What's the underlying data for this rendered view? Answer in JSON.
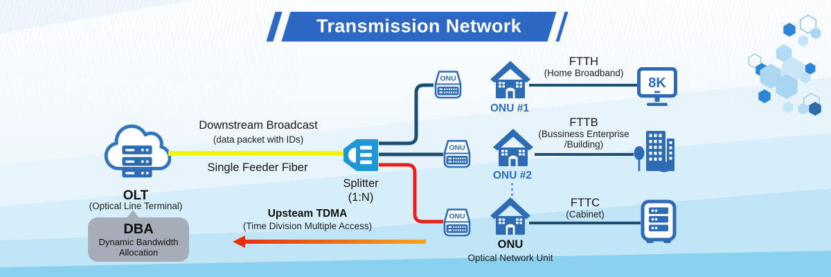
{
  "banner": {
    "title": "Transmission Network"
  },
  "olt": {
    "label": "OLT",
    "sublabel": "(Optical Line Terminal)"
  },
  "dba": {
    "title": "DBA",
    "line1": "Dynamic Bandwidth",
    "line2": "Allocation"
  },
  "downstream": {
    "title": "Downstream Broadcast",
    "subtitle": "(data packet with IDs)"
  },
  "feeder": {
    "label": "Single Feeder Fiber"
  },
  "splitter": {
    "label": "Splitter",
    "ratio": "(1:N)"
  },
  "upstream": {
    "title": "Upsteam TDMA",
    "subtitle": "(Time Division Multiple Access)"
  },
  "branches": [
    {
      "device_label": "ONU",
      "house_label": "ONU #1",
      "service": "FTTH",
      "service_sub": "(Home Broadband)",
      "endpoint": "8k-tv",
      "endpoint_label": "8K"
    },
    {
      "device_label": "ONU",
      "house_label": "ONU #2",
      "service": "FTTB",
      "service_sub": "(Bussiness Enterprise",
      "service_sub2": "/Building)",
      "endpoint": "office-building"
    },
    {
      "device_label": "ONU",
      "house_label": "ONU",
      "house_sublabel": "Optical Network Unit",
      "service": "FTTC",
      "service_sub": "(Cabinet)",
      "endpoint": "street-cabinet"
    }
  ],
  "colors": {
    "banner_blue": "#2d68c4",
    "icon_blue": "#2d6cb5",
    "line_navy": "#1d4e70",
    "fiber_yellow": "#f6f408",
    "upstream_red": "#ee1c1c",
    "upstream_orange": "#f7a51b",
    "splitter_blue": "#1e97d9",
    "dba_gray": "#a6adb8",
    "onu_label_blue": "#2a6cc0"
  }
}
